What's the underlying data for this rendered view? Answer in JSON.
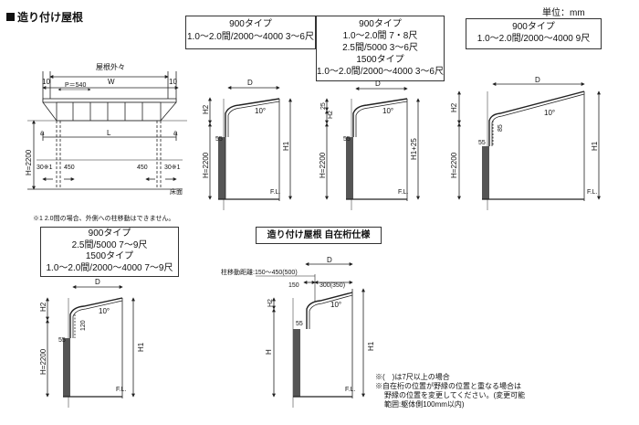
{
  "page": {
    "title": "造り付け屋根",
    "unit": "単位：mm",
    "footnote1": "※1 2.0間の場合、外側への柱移動はできません。",
    "section2_title": "造り付け屋根 自在桁仕様",
    "note_a": "※(　)は7尺以上の場合",
    "note_b": "※自在桁の位置が野縁の位置と重なる場合は",
    "note_c": "野縁の位置を変更してください。(変更可能",
    "note_d": "範囲:躯体側100mm以内)"
  },
  "boxes": {
    "b1": [
      "900タイプ",
      "1.0～2.0間/2000～4000 3～6尺"
    ],
    "b2": [
      "900タイプ",
      "1.0～2.0間 7・8尺",
      "2.5間/5000 3～6尺",
      "1500タイプ",
      "1.0～2.0間/2000～4000 3～6尺"
    ],
    "b3": [
      "900タイプ",
      "1.0～2.0間/2000～4000 9尺"
    ],
    "b4": [
      "900タイプ",
      "2.5間/5000 7～9尺",
      "1500タイプ",
      "1.0～2.0間/2000～4000 7～9尺"
    ]
  },
  "labels": {
    "overall_width": "屋根外々",
    "ten": "10",
    "W": "W",
    "P": "P＝540",
    "a": "a",
    "L": "L",
    "H2200": "H=2200",
    "mark30": "30※1",
    "d450": "450",
    "floor": "床面",
    "D": "D",
    "H2": "H2",
    "deg": "10°",
    "d55": "55",
    "FL": "F.L.",
    "H1": "H1",
    "d25": "25",
    "H1p25": "H1+25",
    "d85": "85",
    "d120": "120",
    "H": "H",
    "beam_range": "柱移動距離:150～450(500)",
    "d150": "150",
    "d300": "300(350)"
  }
}
